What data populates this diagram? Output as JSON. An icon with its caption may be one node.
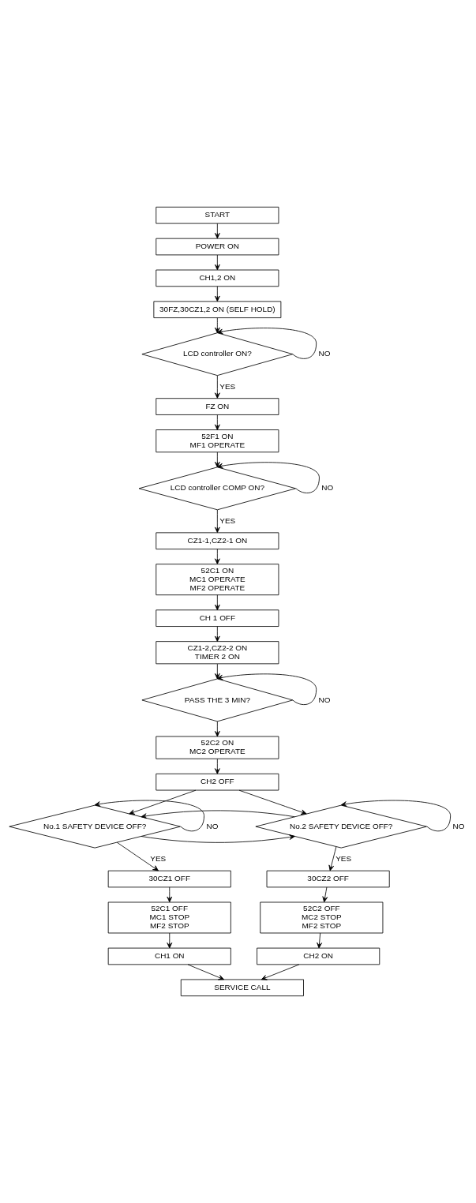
{
  "diagram": {
    "nodes": [
      {
        "text": [
          "START"
        ]
      },
      {
        "text": [
          "POWER ON"
        ]
      },
      {
        "text": [
          "CH1,2 ON"
        ]
      },
      {
        "text": [
          "30FZ,30CZ1,2 ON (SELF HOLD)"
        ]
      },
      {
        "text": [
          "LCD controller ON?"
        ]
      },
      {
        "text": [
          "FZ ON"
        ]
      },
      {
        "text": [
          "52F1 ON",
          "MF1 OPERATE"
        ]
      },
      {
        "text": [
          "LCD controller COMP ON?"
        ]
      },
      {
        "text": [
          "CZ1-1,CZ2-1 ON"
        ]
      },
      {
        "text": [
          "52C1 ON",
          "MC1 OPERATE",
          "MF2 OPERATE"
        ]
      },
      {
        "text": [
          "CH 1 OFF"
        ]
      },
      {
        "text": [
          "CZ1-2,CZ2-2 ON",
          "TIMER 2 ON"
        ]
      },
      {
        "text": [
          "PASS THE 3 MIN?"
        ]
      },
      {
        "text": [
          "52C2 ON",
          "MC2 OPERATE"
        ]
      },
      {
        "text": [
          "CH2 OFF"
        ]
      },
      {
        "text": [
          "No.1 SAFETY DEVICE OFF?"
        ]
      },
      {
        "text": [
          "No.2 SAFETY DEVICE OFF?"
        ]
      },
      {
        "text": [
          "30CZ1 OFF"
        ]
      },
      {
        "text": [
          "30CZ2 OFF"
        ]
      },
      {
        "text": [
          "52C1 OFF",
          "MC1 STOP",
          "MF2 STOP"
        ]
      },
      {
        "text": [
          "52C2 OFF",
          "MC2 STOP",
          "MF2 STOP"
        ]
      },
      {
        "text": [
          "CH1 ON"
        ]
      },
      {
        "text": [
          "CH2 ON"
        ]
      },
      {
        "text": [
          "SERVICE CALL"
        ]
      }
    ],
    "edges": [
      {
        "from": 0,
        "to": 1,
        "arrow": "to"
      },
      {
        "from": 1,
        "to": 2,
        "arrow": "to"
      },
      {
        "from": 2,
        "to": 3,
        "arrow": "to"
      },
      {
        "from": 3,
        "to": 4,
        "arrow": "to"
      },
      {
        "from": 4,
        "to": 4,
        "arrow": "to",
        "label": "NO"
      },
      {
        "from": 4,
        "to": 5,
        "arrow": "to",
        "label": "YES"
      },
      {
        "from": 5,
        "to": 6,
        "arrow": "to"
      },
      {
        "from": 6,
        "to": 7,
        "arrow": "to"
      },
      {
        "from": 7,
        "to": 7,
        "arrow": "to",
        "label": "NO"
      },
      {
        "from": 7,
        "to": 8,
        "arrow": "to",
        "label": "YES"
      },
      {
        "from": 8,
        "to": 9,
        "arrow": "to"
      },
      {
        "from": 9,
        "to": 10,
        "arrow": "to"
      },
      {
        "from": 10,
        "to": 11,
        "arrow": "to"
      },
      {
        "from": 11,
        "to": 12,
        "arrow": "to"
      },
      {
        "from": 12,
        "to": 12,
        "arrow": "to",
        "label": "NO"
      },
      {
        "from": 12,
        "to": 13,
        "arrow": "to"
      },
      {
        "from": 13,
        "to": 14,
        "arrow": "to"
      },
      {
        "from": 14,
        "to": 15,
        "arrow": "to"
      },
      {
        "from": 14,
        "to": 16,
        "arrow": "to"
      },
      {
        "from": 15,
        "to": 15,
        "arrow": "to",
        "label": "NO"
      },
      {
        "from": 15,
        "to": 16,
        "arrow": "to"
      },
      {
        "from": 16,
        "to": 16,
        "arrow": "to",
        "label": "NO"
      },
      {
        "from": 16,
        "to": 15,
        "arrow": "to"
      },
      {
        "from": 15,
        "to": 17,
        "arrow": "to",
        "label": "YES"
      },
      {
        "from": 16,
        "to": 18,
        "arrow": "to",
        "label": "YES"
      },
      {
        "from": 17,
        "to": 19,
        "arrow": "to"
      },
      {
        "from": 18,
        "to": 20,
        "arrow": "to"
      },
      {
        "from": 19,
        "to": 21,
        "arrow": "to"
      },
      {
        "from": 20,
        "to": 22,
        "arrow": "to"
      },
      {
        "from": 21,
        "to": 23,
        "arrow": "to"
      },
      {
        "from": 22,
        "to": 23,
        "arrow": "to"
      }
    ]
  }
}
